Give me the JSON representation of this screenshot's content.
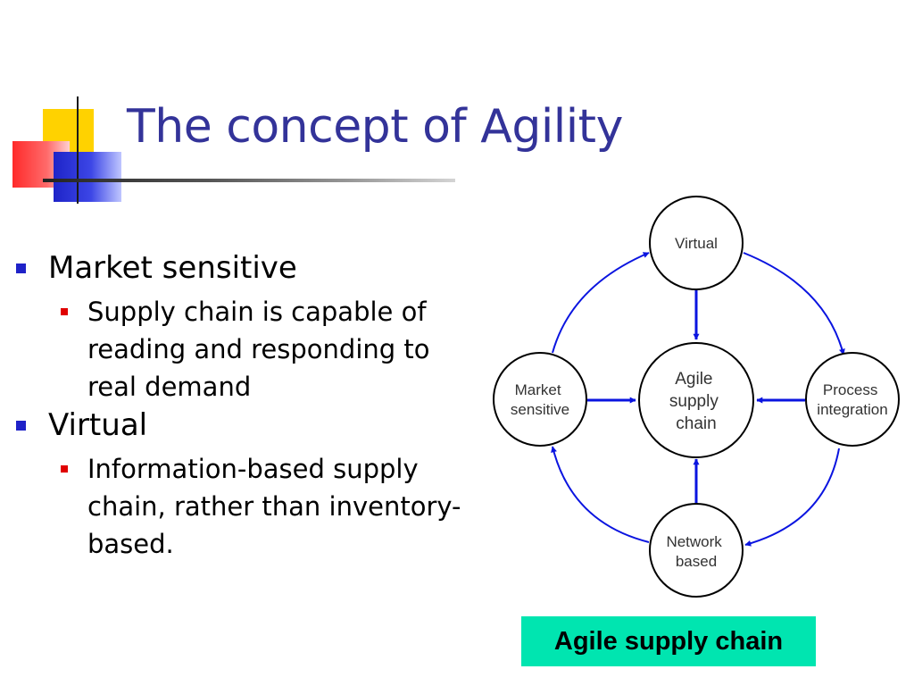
{
  "slide": {
    "title": "The concept of Agility",
    "bullets": [
      {
        "text": "Market sensitive",
        "sub": [
          "Supply chain is capable of reading and responding to real demand"
        ]
      },
      {
        "text": "Virtual",
        "sub": [
          "Information-based supply chain, rather than inventory-based."
        ]
      }
    ]
  },
  "diagram": {
    "nodes": {
      "top": [
        "Virtual"
      ],
      "left": [
        "Market",
        "sensitive"
      ],
      "center": [
        "Agile",
        "supply",
        "chain"
      ],
      "right": [
        "Process",
        "integration"
      ],
      "bottom": [
        "Network",
        "based"
      ]
    },
    "caption": "Agile supply chain",
    "colors": {
      "arrow": "#0a14e0",
      "caption_bg": "#00e5b0",
      "title": "#333399"
    }
  }
}
